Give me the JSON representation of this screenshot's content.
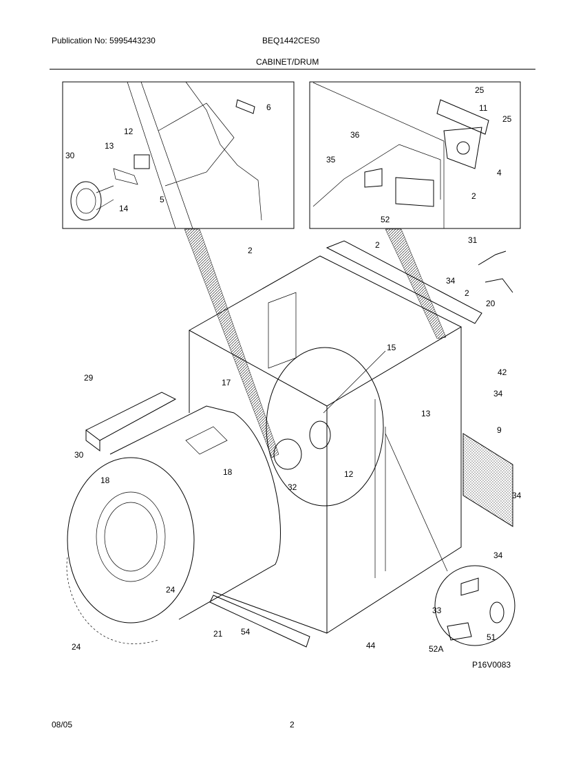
{
  "header": {
    "publication": "Publication No: 5995443230",
    "model": "BEQ1442CES0",
    "section_title": "CABINET/DRUM"
  },
  "footer": {
    "date": "08/05",
    "page": "2"
  },
  "diagram": {
    "figure_code": "P16V0083",
    "callouts": [
      "6",
      "12",
      "13",
      "30",
      "14",
      "5",
      "25",
      "11",
      "25",
      "36",
      "35",
      "4",
      "2",
      "52",
      "2",
      "2",
      "31",
      "34",
      "2",
      "20",
      "42",
      "15",
      "29",
      "17",
      "34",
      "13",
      "9",
      "30",
      "18",
      "32",
      "12",
      "34",
      "18",
      "24",
      "34",
      "33",
      "51",
      "52A",
      "24",
      "21",
      "54",
      "44"
    ]
  }
}
